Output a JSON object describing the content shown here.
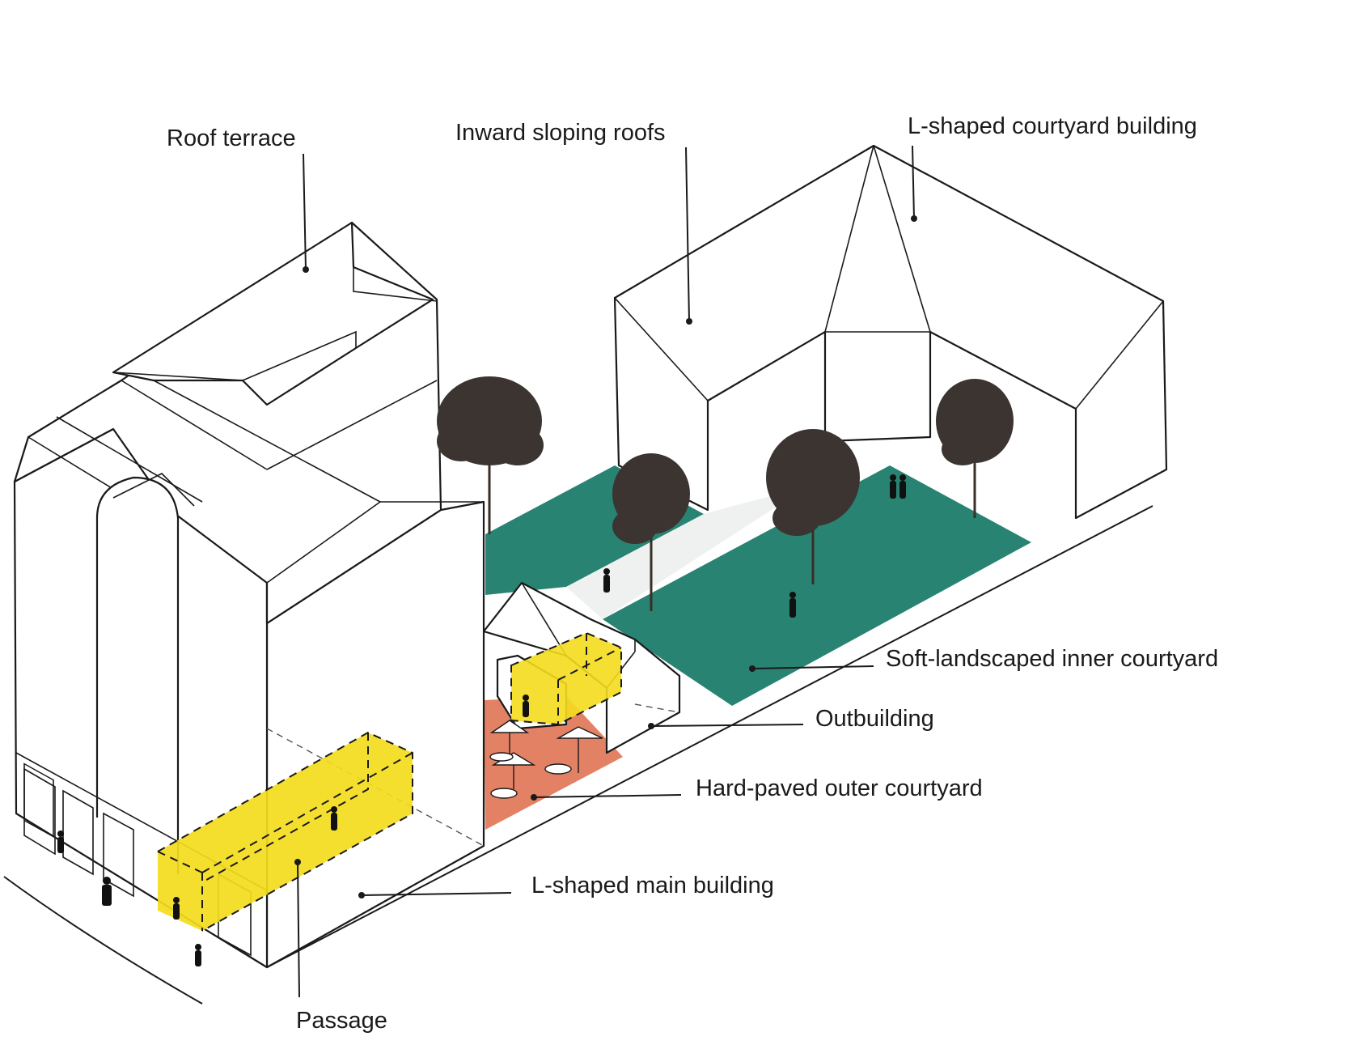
{
  "labels": {
    "roof_terrace": "Roof terrace",
    "inward_sloping_roofs": "Inward sloping roofs",
    "l_shaped_courtyard_building": "L-shaped courtyard building",
    "soft_landscaped_inner_courtyard": "Soft-landscaped inner courtyard",
    "outbuilding": "Outbuilding",
    "hard_paved_outer_courtyard": "Hard-paved outer courtyard",
    "l_shaped_main_building": "L-shaped main building",
    "passage": "Passage"
  },
  "colors": {
    "inner_courtyard": "#1d7c6c",
    "outer_courtyard": "#e27a5c",
    "passage": "#f4dc1c",
    "lines": "#1a1a1a",
    "background": "#ffffff"
  }
}
